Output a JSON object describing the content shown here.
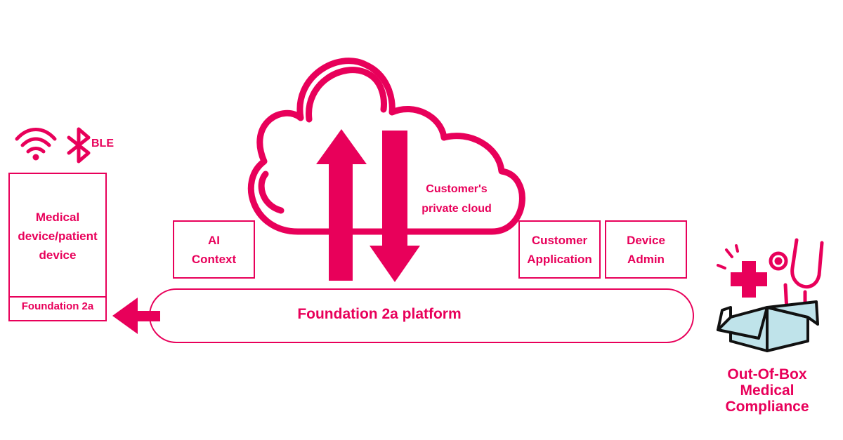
{
  "colors": {
    "accent": "#e8005a",
    "box_fill": "#bfe3ea",
    "outline": "#111111"
  },
  "connectivity": {
    "wifi_icon": "wifi-icon",
    "bluetooth_icon": "bluetooth-icon",
    "ble_label": "BLE"
  },
  "device": {
    "label_line1": "Medical",
    "label_line2": "device/patient",
    "label_line3": "device",
    "footer_label": "Foundation 2a"
  },
  "cloud": {
    "label_line1": "Customer's",
    "label_line2": "private cloud"
  },
  "modules": {
    "ai_context_line1": "AI",
    "ai_context_line2": "Context",
    "customer_app_line1": "Customer",
    "customer_app_line2": "Application",
    "device_admin_line1": "Device",
    "device_admin_line2": "Admin"
  },
  "platform": {
    "label": "Foundation 2a platform"
  },
  "compliance": {
    "icon": "medical-box-icon",
    "label_line1": "Out-Of-Box",
    "label_line2": "Medical",
    "label_line3": "Compliance"
  }
}
